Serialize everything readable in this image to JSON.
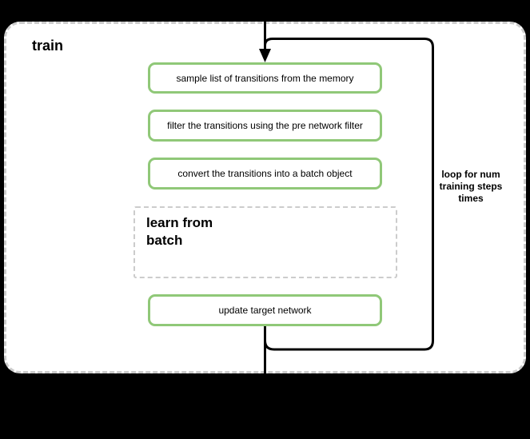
{
  "diagram": {
    "title": "train",
    "loop_label": "loop for num\ntraining steps\ntimes",
    "steps": [
      {
        "id": "sample-transitions",
        "label": "sample list of transitions from the memory"
      },
      {
        "id": "filter-transitions",
        "label": "filter the transitions using the pre network filter"
      },
      {
        "id": "convert-to-batch",
        "label": "convert the transitions into a batch object"
      },
      {
        "id": "learn-from-batch",
        "label": "learn from\nbatch"
      },
      {
        "id": "update-target-network",
        "label": "update target network"
      }
    ],
    "colors": {
      "step_border": "#90C878",
      "dashed_border": "#cccccc",
      "flow_line": "#000000",
      "panel_background": "#ffffff",
      "page_background": "#000000"
    }
  }
}
